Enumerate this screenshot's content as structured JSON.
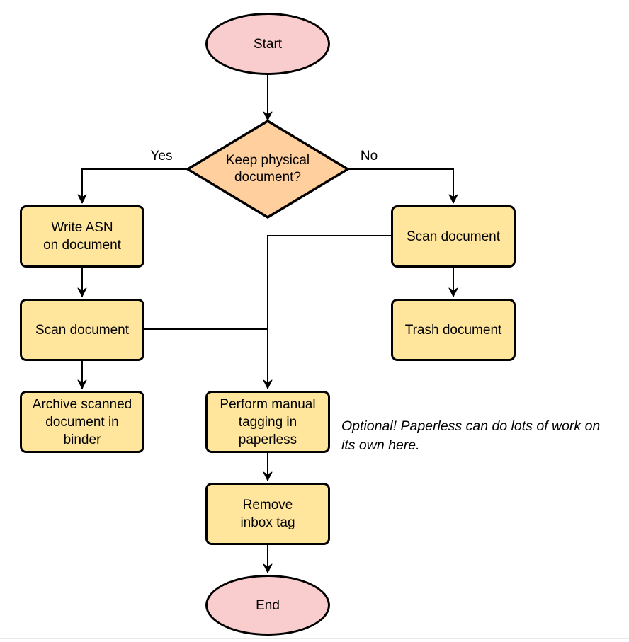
{
  "diagram": {
    "type": "flowchart",
    "nodes": {
      "start": {
        "label": "Start",
        "shape": "terminator"
      },
      "keep_physical": {
        "lines": [
          "Keep physical",
          "document?"
        ],
        "shape": "decision"
      },
      "write_asn": {
        "lines": [
          "Write ASN",
          "on document"
        ],
        "shape": "process"
      },
      "scan_document_left": {
        "lines": [
          "Scan document"
        ],
        "shape": "process"
      },
      "archive_scanned": {
        "lines": [
          "Archive scanned",
          "document in",
          "binder"
        ],
        "shape": "process"
      },
      "scan_document_right": {
        "lines": [
          "Scan document"
        ],
        "shape": "process"
      },
      "trash_document": {
        "lines": [
          "Trash document"
        ],
        "shape": "process"
      },
      "manual_tagging": {
        "lines": [
          "Perform manual",
          "tagging in",
          "paperless"
        ],
        "shape": "process"
      },
      "remove_inbox_tag": {
        "lines": [
          "Remove",
          "inbox tag"
        ],
        "shape": "process"
      },
      "end": {
        "label": "End",
        "shape": "terminator"
      }
    },
    "edge_labels": {
      "yes": "Yes",
      "no": "No"
    },
    "note": {
      "lines": [
        "Optional! Paperless can do lots of work on",
        "its own here."
      ]
    },
    "colors": {
      "process_fill": "#ffe69c",
      "decision_fill": "#ffcf9e",
      "terminator_fill": "#f9cdcd",
      "stroke": "#000000",
      "note_text": "#000000"
    }
  }
}
